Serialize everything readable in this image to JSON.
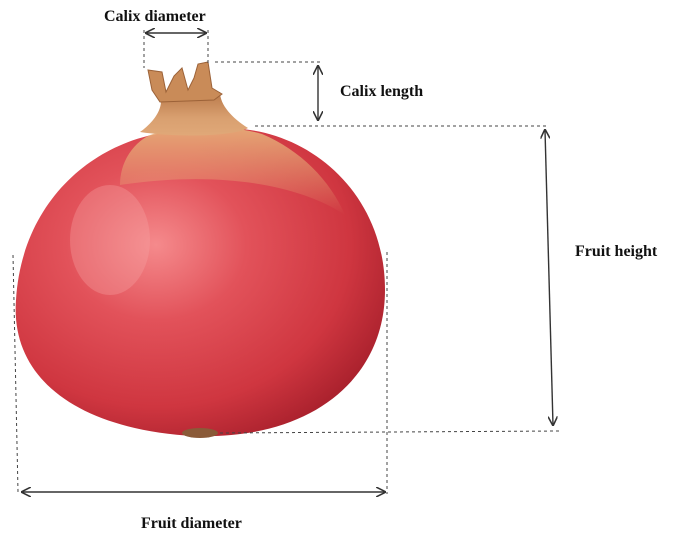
{
  "labels": {
    "calix_diameter": "Calix diameter",
    "calix_length": "Calix length",
    "fruit_height": "Fruit height",
    "fruit_diameter": "Fruit diameter"
  },
  "colors": {
    "fruit_base": "#d9404a",
    "fruit_highlight": "#f07a7c",
    "fruit_shadow": "#a8202c",
    "calyx": "#d79a6a",
    "calyx_tip": "#b9794a",
    "line": "#333333"
  }
}
